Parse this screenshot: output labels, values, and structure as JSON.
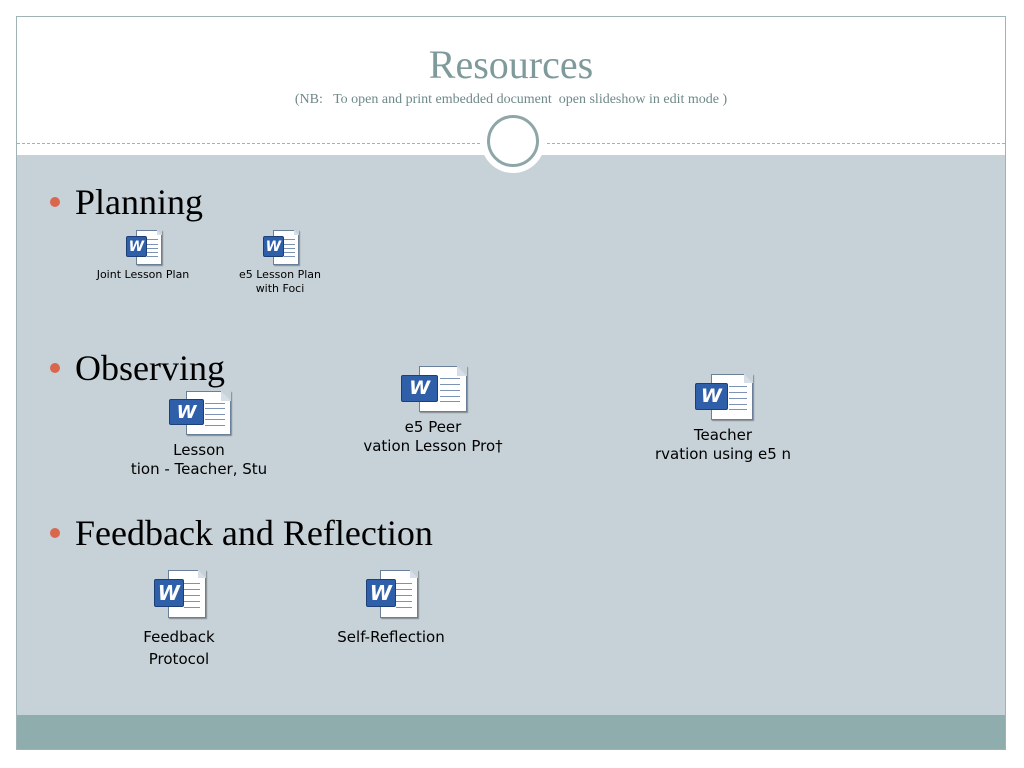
{
  "slide": {
    "title": "Resources",
    "subtitle": "(NB:   To open and print embedded document  open slideshow in edit mode )"
  },
  "sections": [
    {
      "heading": "Planning",
      "objects": [
        {
          "label_lines": [
            "Joint Lesson Plan"
          ],
          "icon": "word-document-icon"
        },
        {
          "label_lines": [
            "e5 Lesson Plan",
            "with Foci"
          ],
          "icon": "word-document-icon"
        }
      ]
    },
    {
      "heading": "Observing",
      "objects": [
        {
          "label_lines": [
            "Lesson",
            "tion - Teacher, Stu"
          ],
          "icon": "word-document-icon"
        },
        {
          "label_lines": [
            "e5 Peer",
            "vation Lesson Pro†"
          ],
          "icon": "word-document-icon"
        },
        {
          "label_lines": [
            "Teacher",
            "rvation using e5 n"
          ],
          "icon": "word-document-icon"
        }
      ]
    },
    {
      "heading": "Feedback and Reflection",
      "objects": [
        {
          "label_lines": [
            "Feedback",
            "Protocol"
          ],
          "icon": "word-document-icon"
        },
        {
          "label_lines": [
            "Self-Reflection"
          ],
          "icon": "word-document-icon"
        }
      ]
    }
  ],
  "icon_badge_letter": "W",
  "colors": {
    "title": "#7f9a9b",
    "body_background": "#c7d2d8",
    "footer": "#8eadac",
    "bullet": "#d9674d",
    "word_blue": "#2f5fa8"
  }
}
